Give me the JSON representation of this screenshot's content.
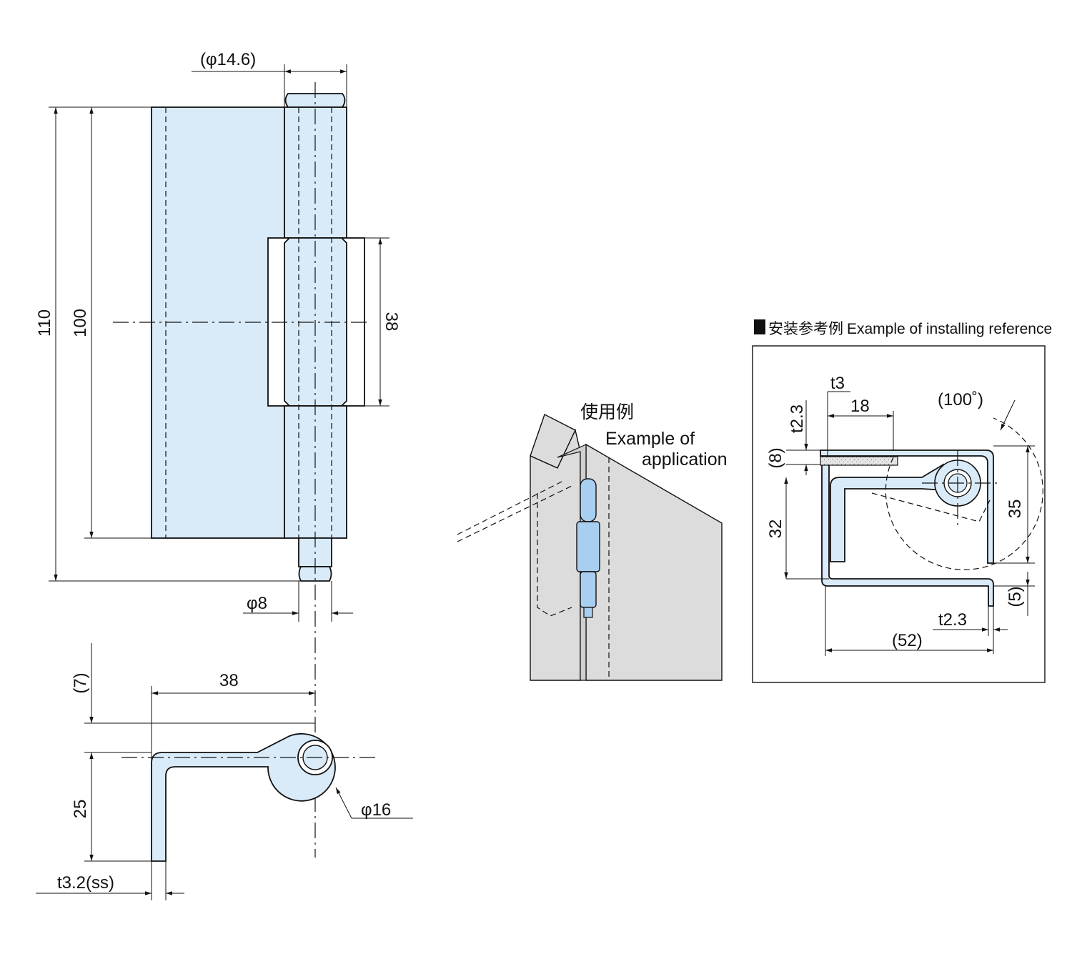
{
  "colors": {
    "part_fill": "#d9eaf8",
    "panel_fill": "#dcdcdc",
    "ink": "#111111"
  },
  "front_view": {
    "dim_diameter_top": "(φ14.6)",
    "dim_height_total": "110",
    "dim_height_leaf": "100",
    "dim_knuckle": "38",
    "dim_pin_diameter": "φ8"
  },
  "top_view": {
    "dim_width": "38",
    "dim_offset": "(7)",
    "dim_depth": "25",
    "dim_thickness": "t3.2(ss)",
    "dim_barrel_diameter": "φ16"
  },
  "application": {
    "label_jp": "使用例",
    "label_en_line1": "Example of",
    "label_en_line2": "application"
  },
  "install_reference": {
    "title_jp": "安装参考例",
    "title_en": "Example of installing reference",
    "dim_t3": "t3",
    "dim_18": "18",
    "dim_angle": "(100˚)",
    "dim_t23_left": "t2.3",
    "dim_8": "(8)",
    "dim_32": "32",
    "dim_35": "35",
    "dim_5": "(5)",
    "dim_t23_bottom": "t2.3",
    "dim_52": "(52)"
  }
}
